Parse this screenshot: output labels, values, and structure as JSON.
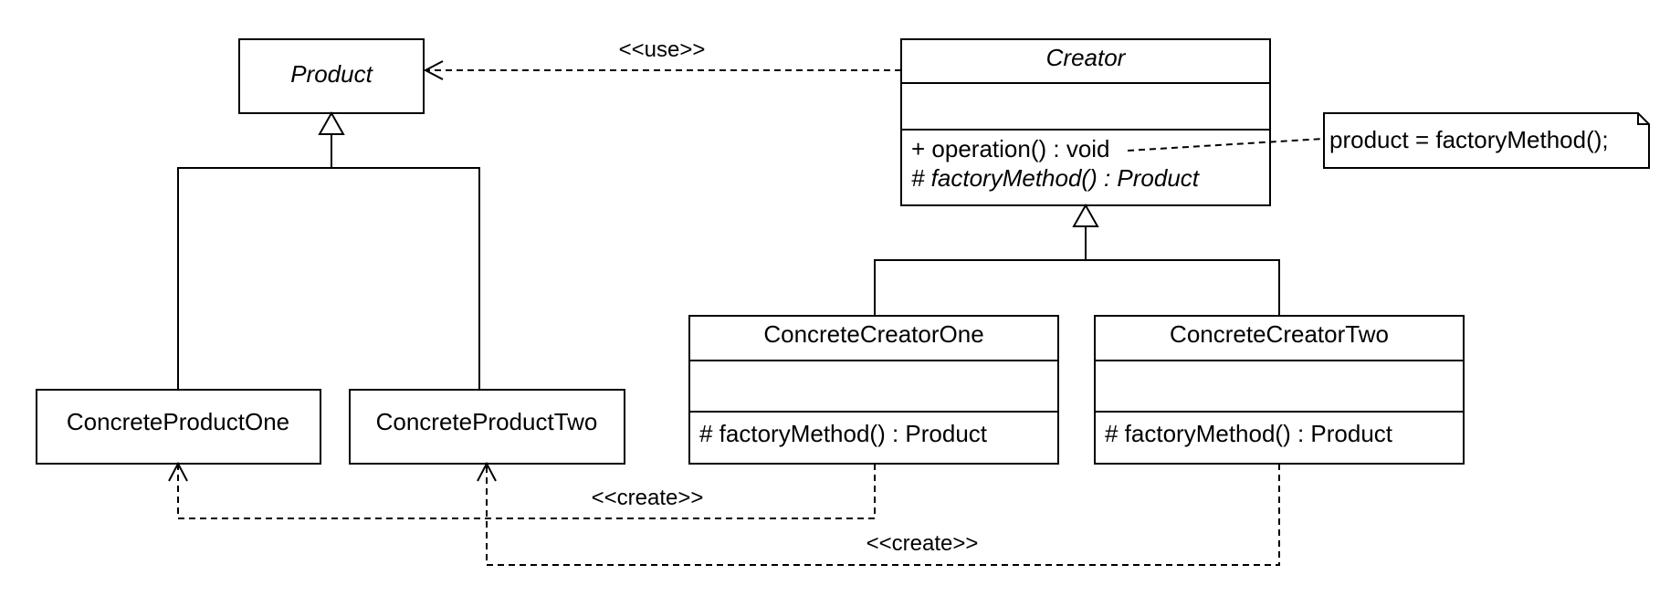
{
  "classes": {
    "product": {
      "name": "Product"
    },
    "concrete_product_one": {
      "name": "ConcreteProductOne"
    },
    "concrete_product_two": {
      "name": "ConcreteProductTwo"
    },
    "creator": {
      "name": "Creator",
      "operations": [
        "+ operation() : void",
        "# factoryMethod() : Product"
      ]
    },
    "concrete_creator_one": {
      "name": "ConcreteCreatorOne",
      "operations": [
        "# factoryMethod() : Product"
      ]
    },
    "concrete_creator_two": {
      "name": "ConcreteCreatorTwo",
      "operations": [
        "# factoryMethod() : Product"
      ]
    }
  },
  "relations": {
    "use_label": "<<use>>",
    "create_one_label": "<<create>>",
    "create_two_label": "<<create>>"
  },
  "note": {
    "text": "product = factoryMethod();"
  }
}
